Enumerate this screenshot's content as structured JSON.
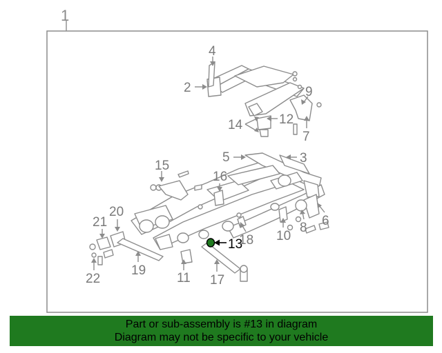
{
  "diagram": {
    "assembly_number": "1",
    "highlighted_part": "13",
    "highlight_color": "#1f7a1f",
    "callouts": [
      "2",
      "3",
      "4",
      "5",
      "6",
      "7",
      "8",
      "9",
      "10",
      "11",
      "12",
      "13",
      "14",
      "15",
      "16",
      "17",
      "18",
      "19",
      "20",
      "21",
      "22"
    ]
  },
  "banner": {
    "line1": "Part or sub-assembly is #13 in diagram",
    "line2": "Diagram may not be specific to your vehicle",
    "background": "#1f7a1f"
  }
}
